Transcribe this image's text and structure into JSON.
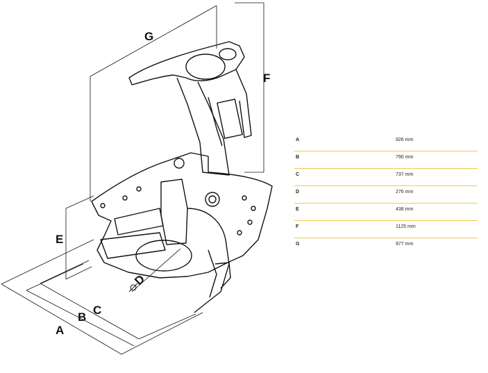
{
  "dimension_labels": {
    "a": "A",
    "b": "B",
    "c": "C",
    "d": "D",
    "e": "E",
    "f": "F",
    "g": "G"
  },
  "specs": [
    {
      "key": "A",
      "value": "926 mm"
    },
    {
      "key": "B",
      "value": "790 mm"
    },
    {
      "key": "C",
      "value": "737 mm"
    },
    {
      "key": "D",
      "value": "276 mm"
    },
    {
      "key": "E",
      "value": "438 mm"
    },
    {
      "key": "F",
      "value": "1125 mm"
    },
    {
      "key": "G",
      "value": "977 mm"
    }
  ],
  "colors": {
    "line": "#111111",
    "rule": "#f3c94a"
  }
}
